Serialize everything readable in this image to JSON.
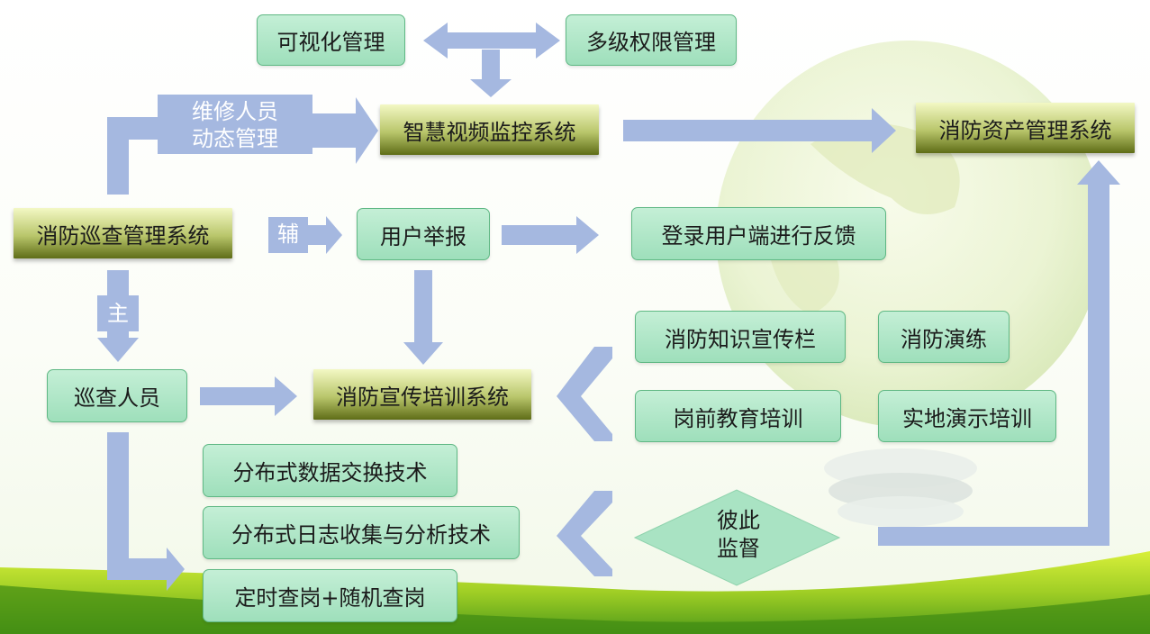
{
  "nodes": {
    "visual_mgmt": "可视化管理",
    "permission_mgmt": "多级权限管理",
    "video_monitor": "智慧视频监控系统",
    "asset_mgmt": "消防资产管理系统",
    "patrol_mgmt": "消防巡查管理系统",
    "user_report": "用户举报",
    "login_feedback": "登录用户端进行反馈",
    "patrol_staff": "巡查人员",
    "training_system": "消防宣传培训系统",
    "knowledge_board": "消防知识宣传栏",
    "drill": "消防演练",
    "pre_job_training": "岗前教育培训",
    "field_demo": "实地演示培训",
    "distributed_exchange": "分布式数据交换技术",
    "log_analysis": "分布式日志收集与分析技术",
    "timed_check": "定时查岗+随机查岗",
    "mutual_supervision": "彼此监督"
  },
  "arrow_labels": {
    "maintenance": "维修人员动态管理",
    "auxiliary": "辅",
    "main": "主"
  },
  "colors": {
    "arrow": "#a5b8e0",
    "green_box": "#a9e3c3",
    "olive_box": "#8a9a33"
  }
}
